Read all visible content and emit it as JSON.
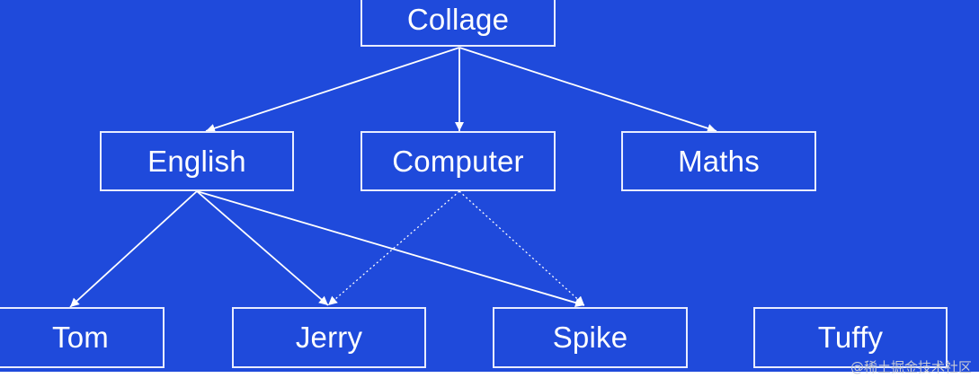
{
  "diagram": {
    "type": "tree",
    "colors": {
      "background": "#1f4adb",
      "node_border": "#e8ecff",
      "text": "#ffffff",
      "edge": "#ffffff"
    },
    "nodes": {
      "collage": "Collage",
      "english": "English",
      "computer": "Computer",
      "maths": "Maths",
      "tom": "Tom",
      "jerry": "Jerry",
      "spike": "Spike",
      "tuffy": "Tuffy"
    },
    "edges": [
      {
        "from": "collage",
        "to": "english",
        "style": "solid"
      },
      {
        "from": "collage",
        "to": "computer",
        "style": "solid"
      },
      {
        "from": "collage",
        "to": "maths",
        "style": "solid"
      },
      {
        "from": "english",
        "to": "tom",
        "style": "solid"
      },
      {
        "from": "english",
        "to": "jerry",
        "style": "solid"
      },
      {
        "from": "english",
        "to": "spike",
        "style": "solid"
      },
      {
        "from": "computer",
        "to": "jerry",
        "style": "dotted"
      },
      {
        "from": "computer",
        "to": "spike",
        "style": "dotted"
      }
    ]
  },
  "watermark": "@稀土掘金技术社区"
}
